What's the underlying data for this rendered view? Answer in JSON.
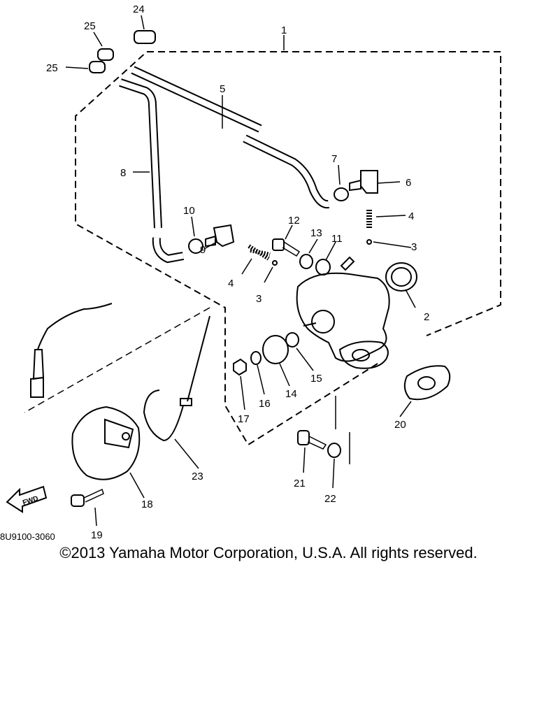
{
  "diagram": {
    "code": "8U9100-3060",
    "copyright": "©2013 Yamaha Motor Corporation, U.S.A. All rights reserved.",
    "direction_label": "FWD",
    "callouts": [
      "1",
      "2",
      "3",
      "3",
      "4",
      "4",
      "5",
      "6",
      "7",
      "8",
      "9",
      "10",
      "11",
      "12",
      "13",
      "14",
      "15",
      "16",
      "17",
      "18",
      "19",
      "20",
      "21",
      "22",
      "23",
      "24",
      "25",
      "25"
    ]
  },
  "colors": {
    "ink": "#000000",
    "background": "#ffffff"
  }
}
